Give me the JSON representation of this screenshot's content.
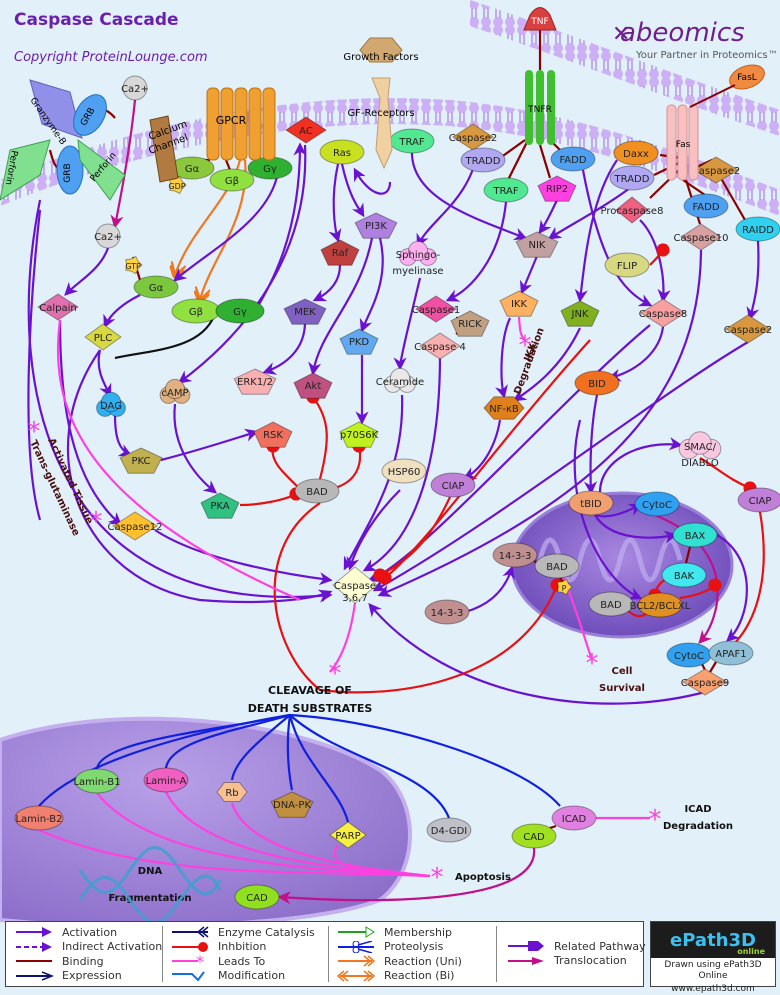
{
  "header": {
    "title": "Caspase Cascade",
    "copyright": "Copyright ProteinLounge.com",
    "brand": "abeomics",
    "brand_tagline": "Your Partner in Proteomics™"
  },
  "membrane_labels": {
    "growth_factors": "Growth Factors",
    "gf_receptors": "GF-Receptors",
    "gpcr": "GPCR",
    "calcium_channel_1": "Calcium",
    "calcium_channel_2": "Channel",
    "tnfr": "TNFR",
    "tnf": "TNF",
    "fas": "Fas",
    "fasl": "FasL",
    "granzyme": "Granzyme-B",
    "perforin_1": "Perforin",
    "perforin_2": "Perforin",
    "grb_1": "GRB",
    "grb_2": "GRB"
  },
  "nodes": {
    "ca_out": "Ca2+",
    "ca_in": "Ca2+",
    "galpha_1": "Gα",
    "gbeta_1": "Gβ",
    "ggamma_1": "Gγ",
    "gdp": "GDP",
    "gtp": "GTP",
    "galpha_2": "Gα",
    "gbeta_2": "Gβ",
    "ggamma_2": "Gγ",
    "ac": "AC",
    "ras": "Ras",
    "traf_1": "TRAF",
    "caspase2_1": "Caspase2",
    "tradd_1": "TRADD",
    "traf_2": "TRAF",
    "rip2": "RIP2",
    "fadd_1": "FADD",
    "daxx": "Daxx",
    "tradd_2": "TRADD",
    "caspase2_2": "Caspase2",
    "fadd_2": "FADD",
    "procaspase8": "Procaspase8",
    "caspase10": "Caspase10",
    "raidd": "RAIDD",
    "flip": "FLIP",
    "calpain": "Calpain",
    "plc": "PLC",
    "pi3k": "PI3K",
    "raf": "Raf",
    "sphingomyelinase_1": "Sphingo-",
    "sphingomyelinase_2": "myelinase",
    "nik": "NIK",
    "mek": "MEK",
    "caspase1": "Caspase1",
    "rick": "RICK",
    "caspase4": "Caspase 4",
    "ikk": "IKK",
    "jnk": "JNK",
    "caspase8": "Caspase8",
    "caspase2_3": "Caspase2",
    "dag": "DAG",
    "camp": "cAMP",
    "erk": "ERK1/2",
    "akt": "Akt",
    "pkd": "PKD",
    "ceramide": "Ceramide",
    "nfkb": "NF-κB",
    "bid": "BID",
    "pkc": "PKC",
    "rsk": "RSK",
    "p70s6k": "p70S6K",
    "bad_1": "BAD",
    "hsp60": "HSP60",
    "ciap_1": "CIAP",
    "smac_1": "SMAC/",
    "smac_2": "DIABLO",
    "ciap_2": "CIAP",
    "pka": "PKA",
    "caspase12": "Caspase12",
    "tbid": "tBID",
    "cytoc_1": "CytoC",
    "bax": "BAX",
    "bak": "BAK",
    "p1433_1": "14-3-3",
    "bad_2": "BAD",
    "p": "P",
    "p1433_2": "14-3-3",
    "bad_3": "BAD",
    "bcl2": "BCL2/BCLXL",
    "caspase367_1": "Caspase",
    "caspase367_2": "3,6,7",
    "cytoc_2": "CytoC",
    "apaf1": "APAF1",
    "caspase9": "Caspase9",
    "lamin_b2": "Lamin-B2",
    "lamin_b1": "Lamin-B1",
    "lamin_a": "Lamin-A",
    "rb": "Rb",
    "dna_pk": "DNA-PK",
    "parp": "PARP",
    "d4gdi": "D4-GDI",
    "icad": "ICAD",
    "cad_1": "CAD",
    "cad_2": "CAD"
  },
  "annotations": {
    "ikk_deg_1": "IKK",
    "ikk_deg_2": "Degradation",
    "tissue_1": "Activated Tissue",
    "tissue_2": "Trans-glutaminase",
    "cleavage_1": "CLEAVAGE OF",
    "cleavage_2": "DEATH SUBSTRATES",
    "cell_survival_1": "Cell",
    "cell_survival_2": "Survival",
    "apoptosis": "Apoptosis",
    "icad_deg_1": "ICAD",
    "icad_deg_2": "Degradation",
    "dna_frag_1": "DNA",
    "dna_frag_2": "Fragmentation"
  },
  "legend": {
    "col1": [
      "Activation",
      "Indirect Activation",
      "Binding",
      "Expression"
    ],
    "col2": [
      "Enzyme Catalysis",
      "Inhbition",
      "Leads To",
      "Modification"
    ],
    "col3": [
      "Membership",
      "Proteolysis",
      "Reaction (Uni)",
      "Reaction (Bi)"
    ],
    "col4": [
      "Related Pathway",
      "Translocation"
    ]
  },
  "epath": {
    "logo": "ePath3D",
    "online": "online",
    "line1": "Drawn using ePath3D Online",
    "line2": "www.epath3d.com"
  },
  "colors": {
    "activation": "#6a12d0",
    "inhibition": "#e81010",
    "leads_to": "#ff40e0",
    "binding": "#8b0000",
    "proteolysis": "#1020e0",
    "title": "#6a1fb0"
  }
}
